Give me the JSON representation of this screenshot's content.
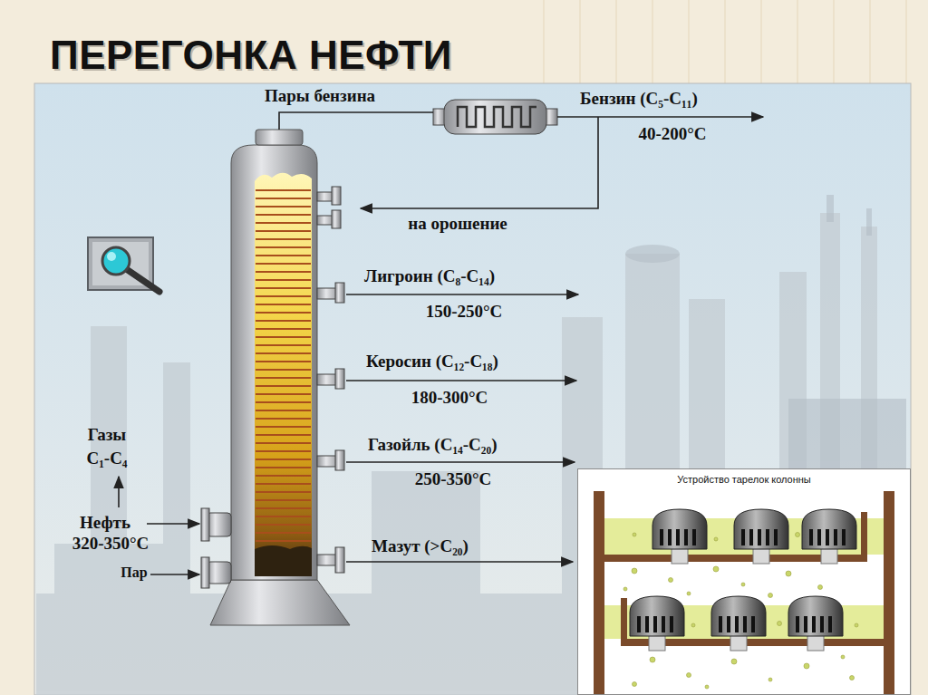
{
  "diagram": {
    "title": "ПЕРЕГОНКА НЕФТИ",
    "nodes": [
      {
        "text": [
          "Устройство тарелок колонны"
        ]
      }
    ],
    "labels": [
      "Пары бензина",
      "Бензин (C₅-C₁₁)",
      "40-200°C",
      "на орошение",
      "Лигроин (C₈-C₁₄)",
      "150-250°C",
      "Керосин (C₁₂-C₁₈)",
      "180-300°C",
      "Газойль (C₁₄-C₂₀)",
      "250-350°C",
      "Мазут (>C₂₀)",
      "Газы",
      "C₁-C₄",
      "Нефть",
      "320-350°C",
      "Пар"
    ]
  }
}
